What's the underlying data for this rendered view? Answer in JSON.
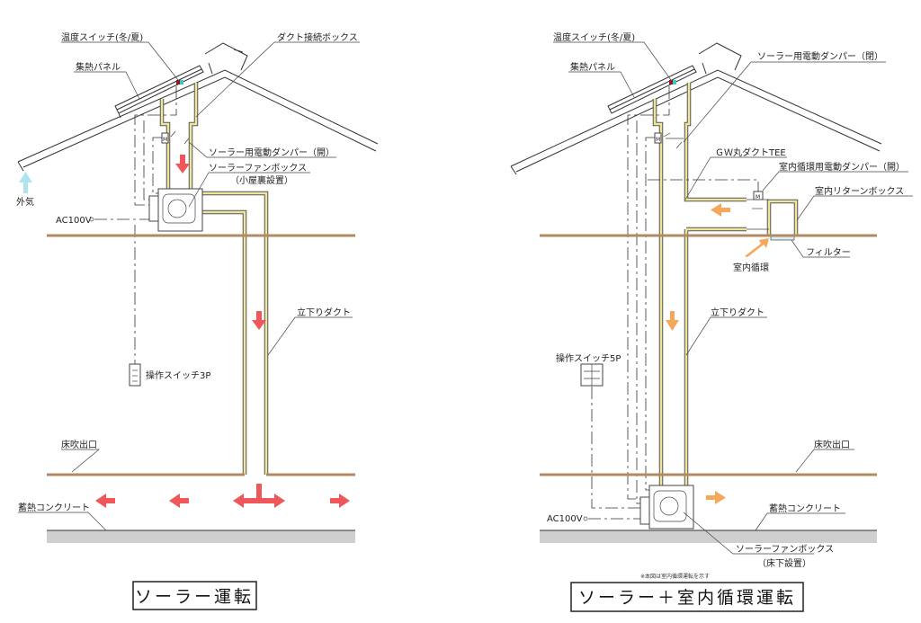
{
  "colors": {
    "solar_arrow": "#f0575a",
    "recirc_arrow": "#f5a75a",
    "outside_air_arrow": "#aee4f0",
    "duct": "#efe59c",
    "floor": "#b08a62",
    "concrete": "#cfcfcf"
  },
  "left": {
    "title": "ソーラー運転",
    "labels": {
      "temp_switch": "温度スイッチ(冬/夏)",
      "duct_box": "ダクト接続ボックス",
      "panel": "集熱パネル",
      "solar_damper": "ソーラー用電動ダンパー（開）",
      "fan_box": "ソーラーファンボックス",
      "fan_box_loc": "（小屋裏設置）",
      "outside_air": "外気",
      "power": "AC100V",
      "down_duct": "立下りダクト",
      "switch": "操作スイッチ3P",
      "floor_outlet": "床吹出口",
      "concrete": "蓄熱コンクリート",
      "motor": "M"
    }
  },
  "right": {
    "title": "ソーラー＋室内循環運転",
    "note": "※本図は室内循環運転を示す",
    "labels": {
      "temp_switch": "温度スイッチ(冬/夏)",
      "panel": "集熱パネル",
      "solar_damper": "ソーラー用電動ダンパー（閉）",
      "tee": "ＧＷ丸ダクトTEE",
      "recirc_damper": "室内循環用電動ダンパー（開）",
      "return_box": "室内リターンボックス",
      "filter": "フィルター",
      "recirc": "室内循環",
      "down_duct": "立下りダクト",
      "switch": "操作スイッチ5P",
      "floor_outlet": "床吹出口",
      "concrete": "蓄熱コンクリート",
      "power": "AC100V",
      "fan_box": "ソーラーファンボックス",
      "fan_box_loc": "（床下設置）",
      "motor": "M"
    }
  }
}
